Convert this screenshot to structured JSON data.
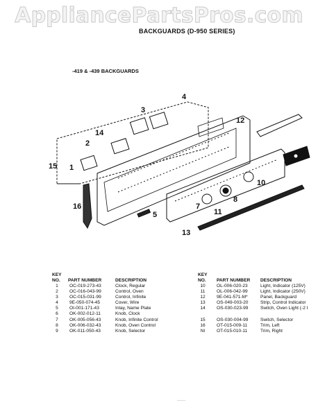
{
  "watermark": "AppliancePartsPros.com",
  "title": "BACKGUARDS (D-950 SERIES)",
  "subtitle": "-419 & -439 BACKGUARDS",
  "callouts": [
    "4",
    "3",
    "14",
    "2",
    "12",
    "15",
    "1",
    "10",
    "8",
    "11",
    "7",
    "16",
    "5",
    "13"
  ],
  "table": {
    "headers": {
      "key_top": "KEY",
      "key_bottom": "NO.",
      "part": "PART NUMBER",
      "desc": "DESCRIPTION"
    },
    "left_rows": [
      {
        "key": "1",
        "part": "OC-019-273-43",
        "desc": "Clock, Regular"
      },
      {
        "key": "2",
        "part": "OC-016-043-99",
        "desc": "Control, Oven"
      },
      {
        "key": "3",
        "part": "OC-015-031-99",
        "desc": "Control, Infinite"
      },
      {
        "key": "4",
        "part": "9E-050-074-45",
        "desc": "Cover, Wire"
      },
      {
        "key": "5",
        "part": "OI-001-171-43",
        "desc": "Inlay, Name Plate"
      },
      {
        "key": "6",
        "part": "OK-002-012-11",
        "desc": "Knob, Clock"
      },
      {
        "key": "7",
        "part": "OK-005-056-43",
        "desc": "Knob, Infinite Control"
      },
      {
        "key": "8",
        "part": "OK-006-032-43",
        "desc": "Knob, Oven Control"
      },
      {
        "key": "9",
        "part": "OK-011-050-43",
        "desc": "Knob, Selector"
      }
    ],
    "right_rows": [
      {
        "key": "10",
        "part": "OL-006-020-23",
        "desc": "Light, Indicator (125V)"
      },
      {
        "key": "11",
        "part": "OL-006-042-99",
        "desc": "Light, Indicator (250V)"
      },
      {
        "key": "12",
        "part": "9E-041-571-M*",
        "desc": "Panel, Backguard"
      },
      {
        "key": "13",
        "part": "OS-049-003-20",
        "desc": "Strip, Control Indicator"
      },
      {
        "key": "14",
        "part": "OS-030-023-99",
        "desc": "Switch, Oven Light (-2 I"
      },
      {
        "key": "",
        "part": "",
        "desc": ""
      },
      {
        "key": "15",
        "part": "OS-030-004-99",
        "desc": "Switch, Selector"
      },
      {
        "key": "16",
        "part": "OT-015-009-11",
        "desc": "Trim, Left"
      },
      {
        "key": "NI",
        "part": "OT-015-010-11",
        "desc": "Trim, Right"
      }
    ]
  }
}
